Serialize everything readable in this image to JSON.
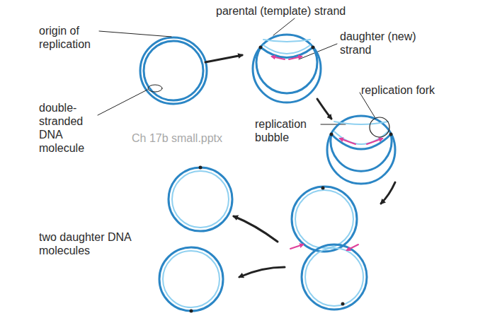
{
  "diagram": {
    "labels": [
      "origin of replication",
      "double-stranded DNA molecule",
      "parental (template) strand",
      "daughter (new) strand",
      "replication fork",
      "replication bubble",
      "two daughter DNA molecules",
      "Ch 17b small.pptx"
    ]
  }
}
